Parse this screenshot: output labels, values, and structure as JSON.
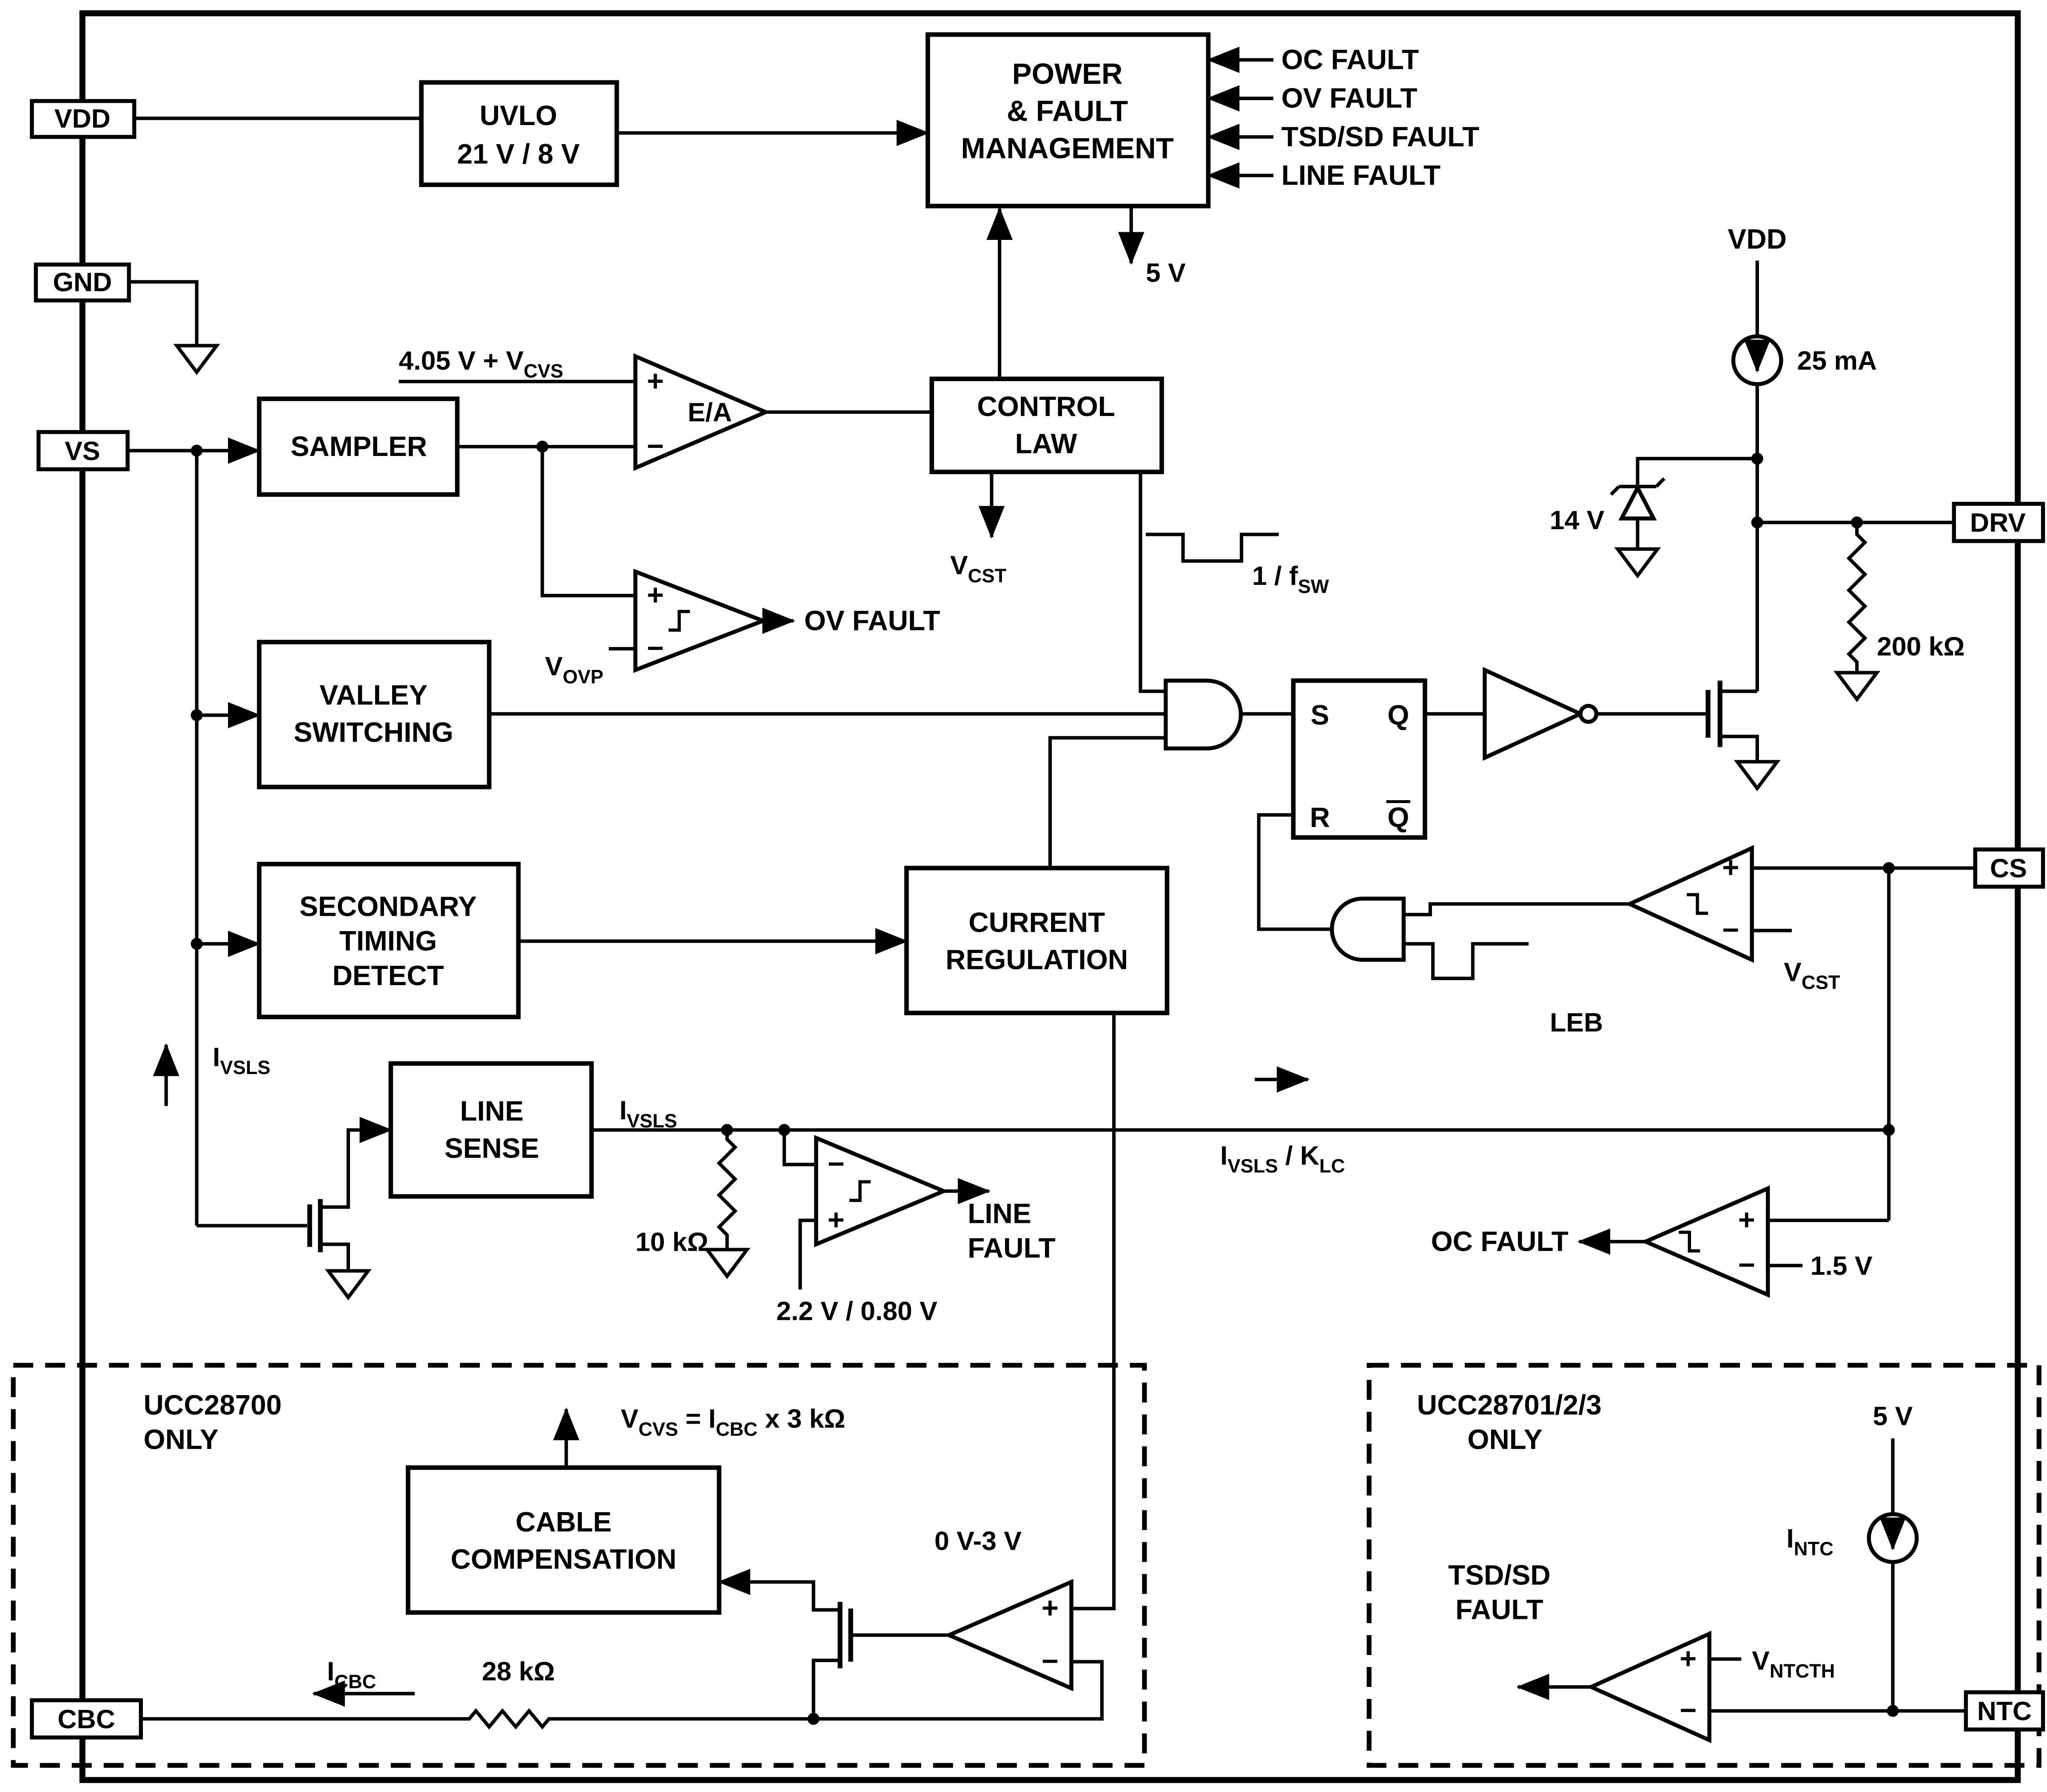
{
  "colors": {
    "ink": "#000000",
    "background": "#ffffff"
  },
  "sym": {
    "plus": "+",
    "minus": "−"
  },
  "pins": {
    "vdd": "VDD",
    "gnd": "GND",
    "vs": "VS",
    "cbc": "CBC",
    "drv": "DRV",
    "cs": "CS",
    "ntc": "NTC"
  },
  "blocks": {
    "uvlo": [
      "UVLO",
      "21 V / 8 V"
    ],
    "pfm": [
      "POWER",
      "& FAULT",
      "MANAGEMENT"
    ],
    "sampler": [
      "SAMPLER"
    ],
    "control_law": [
      "CONTROL",
      "LAW"
    ],
    "valley": [
      "VALLEY",
      "SWITCHING"
    ],
    "std": [
      "SECONDARY",
      "TIMING",
      "DETECT"
    ],
    "current_reg": [
      "CURRENT",
      "REGULATION"
    ],
    "line_sense": [
      "LINE",
      "SENSE"
    ],
    "cable_comp": [
      "CABLE",
      "COMPENSATION"
    ]
  },
  "pfm_inputs": [
    "OC FAULT",
    "OV FAULT",
    "TSD/SD FAULT",
    "LINE FAULT"
  ],
  "latch": {
    "s": "S",
    "q": "Q",
    "r": "R",
    "qb": "Q"
  },
  "labels": {
    "five_v": "5 V",
    "ea_ref": [
      "4.05 V + V",
      "CVS"
    ],
    "ea": "E/A",
    "vcst_out": [
      "V",
      "CST"
    ],
    "fsw": [
      "1 / f",
      "SW"
    ],
    "vovp": [
      "V",
      "OVP"
    ],
    "ov_fault": "OV FAULT",
    "vdd_rail": "VDD",
    "i_25ma": "25 mA",
    "v_14": "14 V",
    "r_200k": "200 kΩ",
    "vcst_cs": [
      "V",
      "CST"
    ],
    "leb": "LEB",
    "i_vsls_arrow": [
      "I",
      "VSLS"
    ],
    "i_vsls_node": [
      "I",
      "VSLS"
    ],
    "r_10k": "10 kΩ",
    "vth_line": "2.2 V / 0.80 V",
    "line_fault": [
      "LINE",
      "FAULT"
    ],
    "i_vsls_klc": [
      "I",
      "VSLS",
      " / K",
      "LC"
    ],
    "oc_fault": "OC FAULT",
    "v_1p5": "1.5 V",
    "ucc28700_only": [
      "UCC28700",
      "ONLY"
    ],
    "vcvs_eq": [
      "V",
      "CVS",
      " = I",
      "CBC",
      " x 3 kΩ"
    ],
    "range_0_3": "0 V-3 V",
    "r_28k": "28 kΩ",
    "i_cbc": [
      "I",
      "CBC"
    ],
    "ucc28701_only": [
      "UCC28701/2/3",
      "ONLY"
    ],
    "five_v_ntc": "5 V",
    "i_ntc": [
      "I",
      "NTC"
    ],
    "tsd_fault": [
      "TSD/SD",
      "FAULT"
    ],
    "v_ntcth": [
      "V",
      "NTCTH"
    ]
  }
}
